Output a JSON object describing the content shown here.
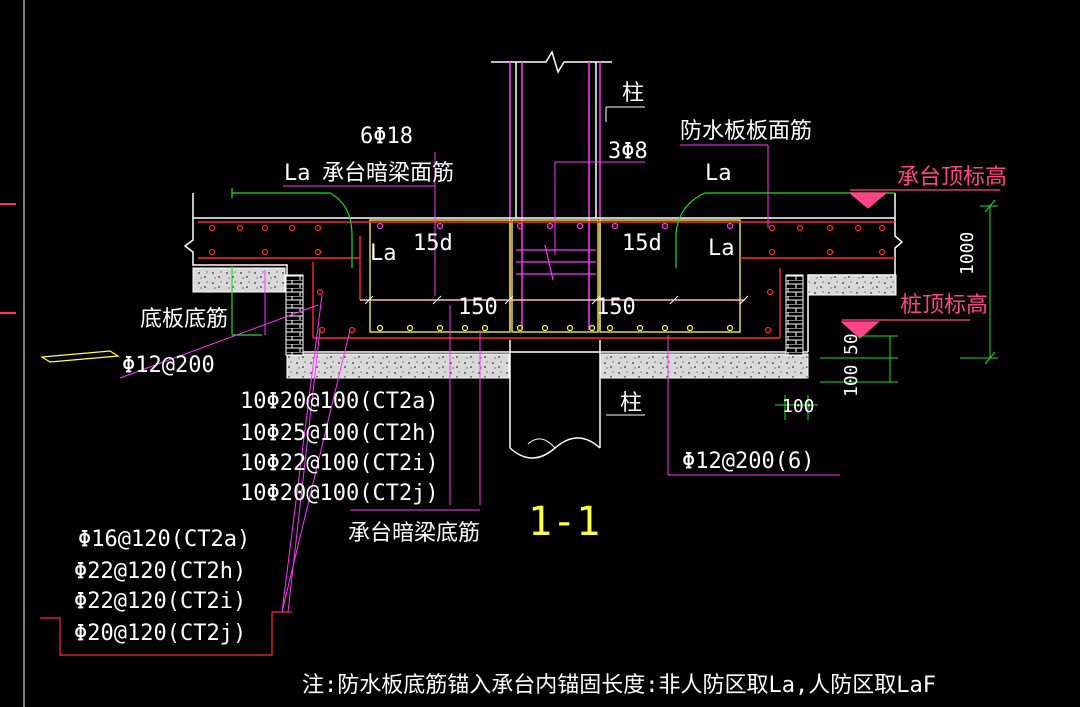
{
  "labels": {
    "column": "柱",
    "pile": "柱",
    "six_phi18": "6Φ18",
    "three_phi8": "3Φ8",
    "la_top_left": "La",
    "cap_beam_top": "承台暗梁面筋",
    "waterproof_top": "防水板板面筋",
    "la_top_right": "La",
    "cap_top_elev": "承台顶标高",
    "pile_top_elev": "桩顶标高",
    "la_inner_left": "La",
    "d15_left": "15d",
    "d15_right": "15d",
    "la_inner_right": "La",
    "dim_150_left": "150",
    "dim_150_right": "150",
    "dim_1000": "1000",
    "dim_50": "50",
    "dim_100_vert": "100",
    "dim_100_horz": "100",
    "slab_bottom": "底板底筋",
    "phi12_200": "Φ12@200",
    "phi12_200_6": "Φ12@200(6)",
    "rebar_a": "10Φ20@100(CT2a)",
    "rebar_h": "10Φ25@100(CT2h)",
    "rebar_i": "10Φ22@100(CT2i)",
    "rebar_j": "10Φ20@100(CT2j)",
    "cap_beam_bottom": "承台暗梁底筋",
    "section": "1-1",
    "bar_a": "Φ16@120(CT2a)",
    "bar_h": "Φ22@120(CT2h)",
    "bar_i": "Φ22@120(CT2i)",
    "bar_j": "Φ20@120(CT2j)",
    "note": "注:防水板底筋锚入承台内锚固长度:非人防区取La,人防区取LaF"
  },
  "colors": {
    "background": "#000000",
    "white": "#ffffff",
    "red": "#ff2a2a",
    "magenta": "#ff33ff",
    "yellow": "#ffff44",
    "green": "#22dd22",
    "pink": "#ff4488",
    "violet": "#aa66ff",
    "cyan": "#00e5ff"
  }
}
